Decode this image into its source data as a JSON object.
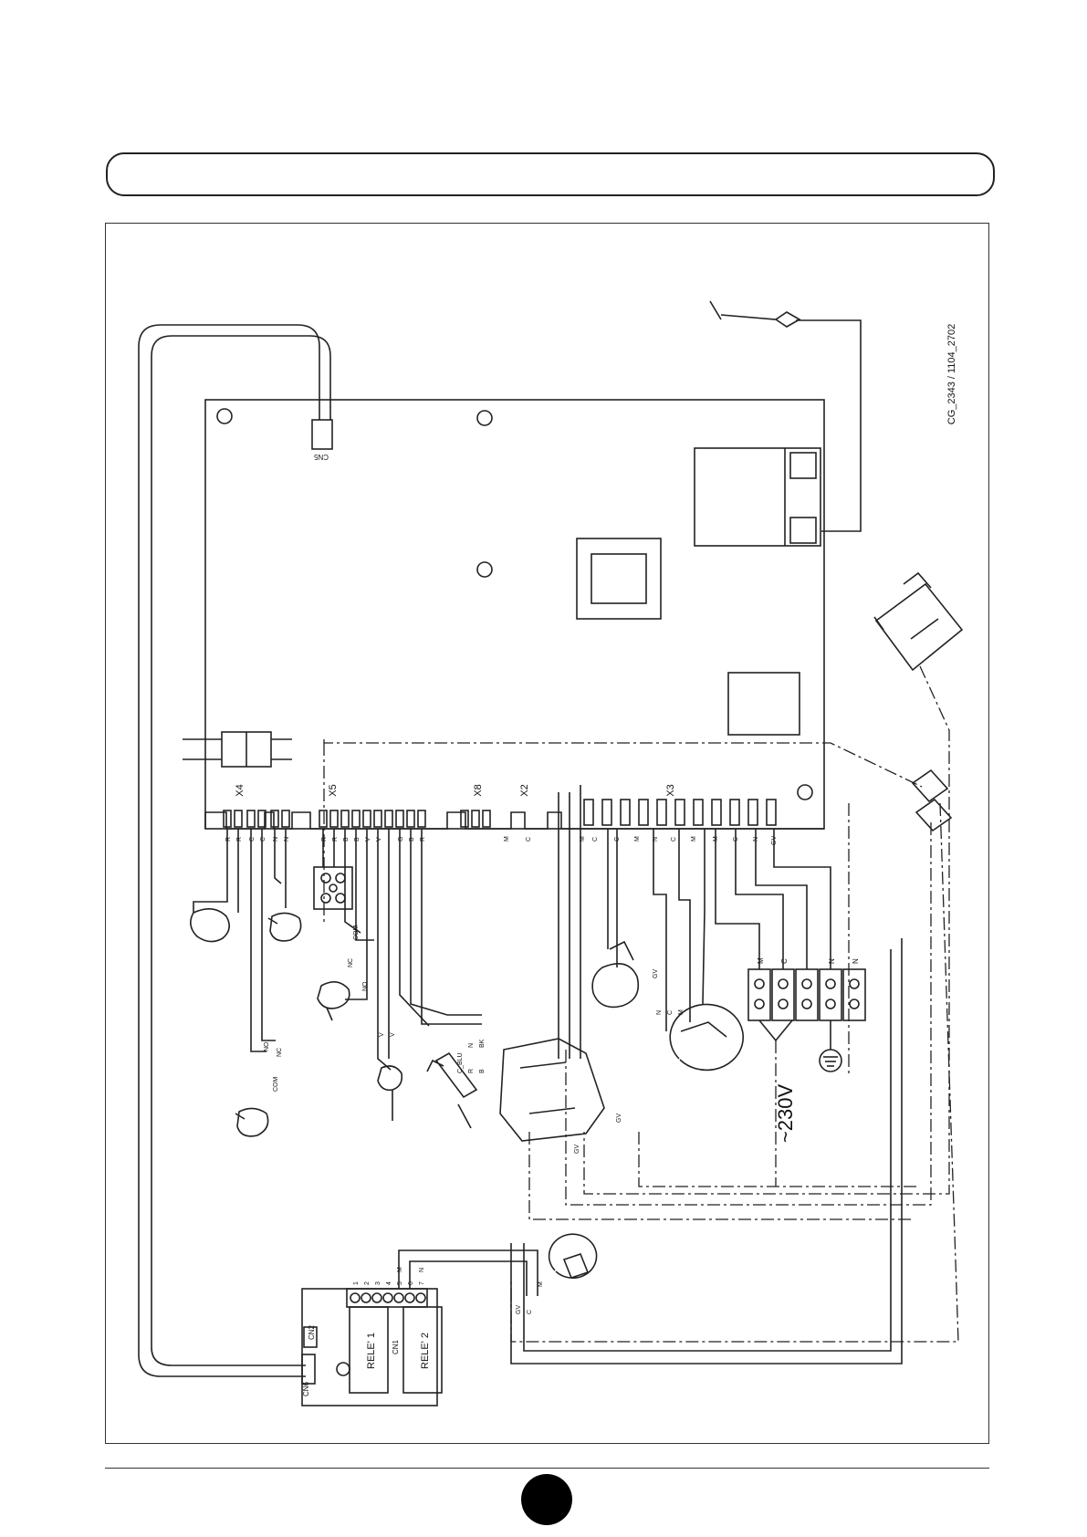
{
  "drawing_code": "CG_2343 / 1104_2702",
  "connectors": {
    "board_cn5": "CN5",
    "relay_cn6": "CN6",
    "relay_cn2": "CN2",
    "relay_cn1": "CN1",
    "x4": "X4",
    "x5": "X5",
    "x8": "X8",
    "x2": "X2",
    "x3": "X3"
  },
  "relay_board": {
    "relay1": "RELE' 1",
    "relay2": "RELE' 2",
    "terminals": [
      "1",
      "2",
      "3",
      "4",
      "5",
      "6",
      "7"
    ],
    "pump_wires": [
      "M",
      "N"
    ]
  },
  "pin_labels": {
    "x4": [
      "R",
      "R",
      "C",
      "C",
      "N",
      "N"
    ],
    "x5": [
      "R",
      "R",
      "B",
      "B",
      "V",
      "V",
      "G",
      "B",
      "R"
    ],
    "x2": [
      "M",
      "C"
    ],
    "x3": [
      "M",
      "C",
      "C",
      "M",
      "N",
      "C",
      "M",
      "M",
      "C",
      "N",
      "GV"
    ]
  },
  "switch_labels": {
    "nc": "NC",
    "no": "NO",
    "com": "COM"
  },
  "wire_labels": {
    "v": "V",
    "m": "M",
    "n": "N",
    "c": "C",
    "gv": "GV",
    "sensor_c_blu": "C_BLU",
    "sensor_r": "R",
    "sensor_b": "B",
    "sensor_n": "N",
    "sensor_bk": "BK"
  },
  "terminal_block": [
    "M",
    "C",
    "N",
    "N"
  ],
  "supply_voltage": "~230V",
  "ground_symbol": "⏚"
}
